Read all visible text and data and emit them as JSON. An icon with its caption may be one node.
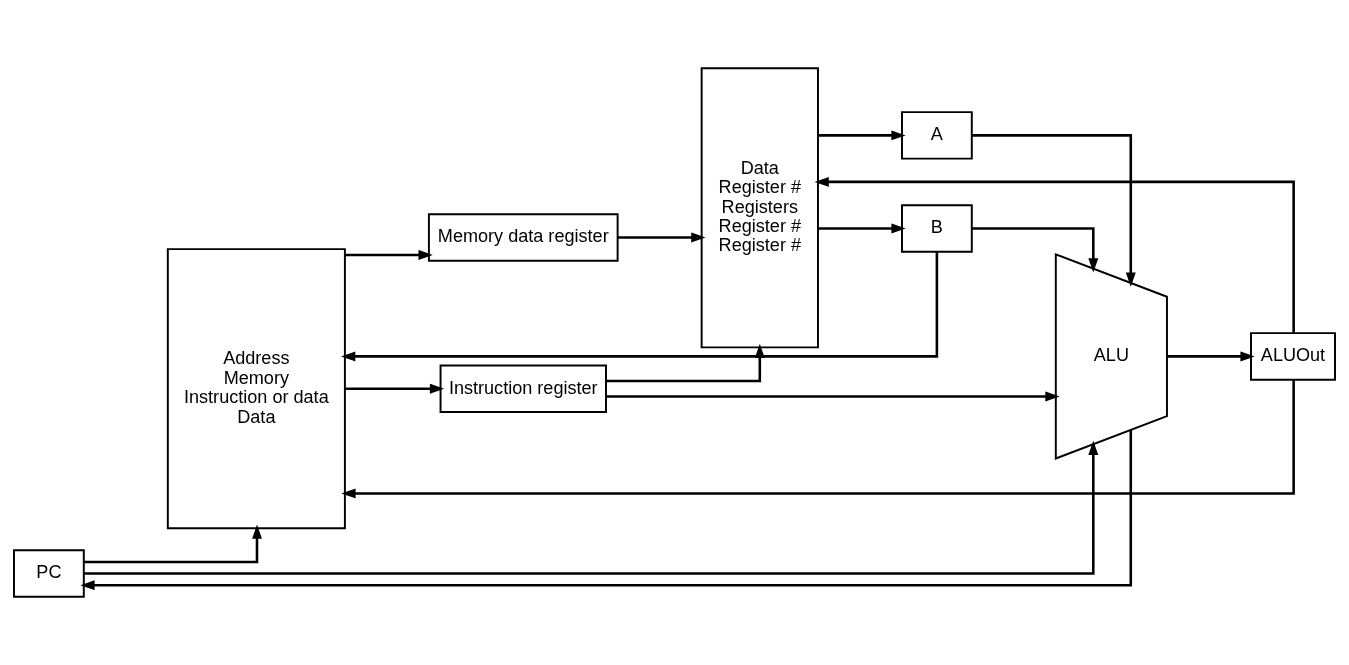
{
  "diagram": {
    "nodes": [
      {
        "text": [
          "PC"
        ]
      },
      {
        "text": [
          "Address",
          "Memory",
          "Instruction or data",
          "Data"
        ]
      },
      {
        "text": [
          "Instruction register"
        ]
      },
      {
        "text": [
          "Memory data register"
        ]
      },
      {
        "text": [
          "Data",
          "Register #",
          "Registers",
          "Register #",
          "Register #"
        ]
      },
      {
        "text": [
          "A"
        ]
      },
      {
        "text": [
          "B"
        ]
      },
      {
        "text": [
          "ALU"
        ]
      },
      {
        "text": [
          "ALUOut"
        ]
      }
    ],
    "edges": [
      {
        "from": 0,
        "to": 1,
        "arrow": "to"
      },
      {
        "from": 1,
        "to": 2,
        "arrow": "to"
      },
      {
        "from": 1,
        "to": 3,
        "arrow": "to"
      },
      {
        "from": 2,
        "to": 4,
        "arrow": "to"
      },
      {
        "from": 3,
        "to": 4,
        "arrow": "to"
      },
      {
        "from": 4,
        "to": 5,
        "arrow": "to"
      },
      {
        "from": 4,
        "to": 6,
        "arrow": "to"
      },
      {
        "from": 5,
        "to": 7,
        "arrow": "to"
      },
      {
        "from": 6,
        "to": 7,
        "arrow": "to"
      },
      {
        "from": 7,
        "to": 8,
        "arrow": "to"
      },
      {
        "from": 7,
        "to": 0,
        "arrow": "to"
      },
      {
        "from": 8,
        "to": 1,
        "arrow": "to"
      },
      {
        "from": 0,
        "to": 7,
        "arrow": "to"
      },
      {
        "from": 2,
        "to": 7,
        "arrow": "to"
      },
      {
        "from": 6,
        "to": 1,
        "arrow": "to"
      },
      {
        "from": 8,
        "to": 4,
        "arrow": "to"
      }
    ]
  }
}
